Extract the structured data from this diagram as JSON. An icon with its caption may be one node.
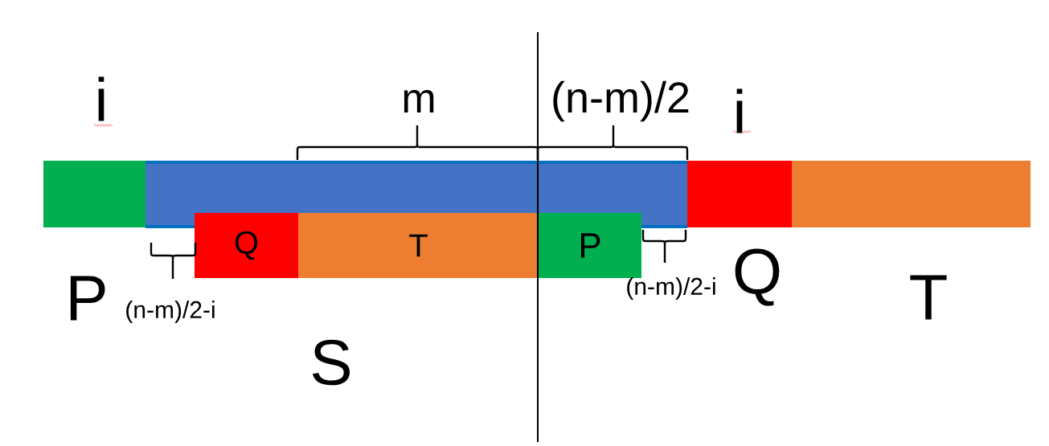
{
  "diagram": {
    "nodes": [
      {
        "text": [],
        "shape": "bar",
        "beside": [
          "P"
        ]
      },
      {
        "text": [],
        "shape": "bar"
      },
      {
        "text": [],
        "shape": "bar",
        "beside": [
          "Q"
        ]
      },
      {
        "text": [],
        "shape": "bar",
        "beside": [
          "T"
        ]
      },
      {
        "text": [
          "Q"
        ]
      },
      {
        "text": [
          "T"
        ]
      },
      {
        "text": [
          "P"
        ]
      }
    ],
    "labels": [
      "i",
      "m",
      "(n-m)/2",
      "i",
      "(n-m)/2-i",
      "(n-m)/2-i",
      "S"
    ]
  }
}
